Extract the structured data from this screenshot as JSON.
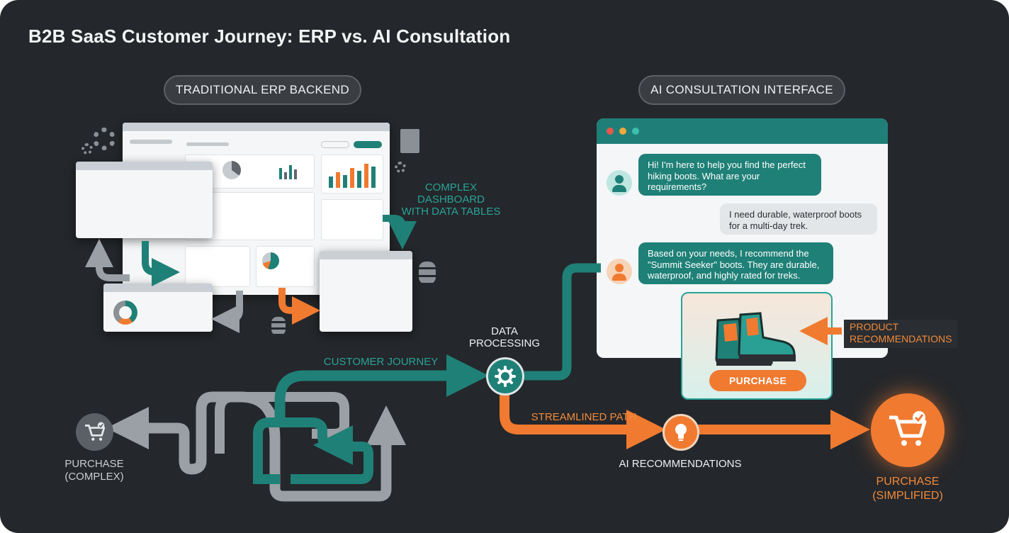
{
  "title": "B2B SaaS Customer Journey: ERP vs. AI Consultation",
  "left_panel": {
    "header": "TRADITIONAL ERP BACKEND",
    "annotation": [
      "COMPLEX",
      "DASHBOARD",
      "WITH DATA TABLES"
    ]
  },
  "right_panel": {
    "header": "AI CONSULTATION INTERFACE",
    "chat": {
      "bot_message_1": [
        "Hi! I'm here to help you find the perfect",
        "hiking boots. What are your",
        "requirements?"
      ],
      "user_message": [
        "I need durable, waterproof boots",
        "for a multi-day trek."
      ],
      "bot_message_2": [
        "Based on your needs, I recommend the",
        "\"Summit Seeker\" boots. They are durable,",
        "waterproof, and highly rated for treks."
      ],
      "purchase_button": "PURCHASE"
    },
    "product_label": [
      "PRODUCT",
      "RECOMMENDATIONS"
    ]
  },
  "flow": {
    "customer_journey": "CUSTOMER JOURNEY",
    "data_processing": [
      "DATA",
      "PROCESSING"
    ],
    "streamlined_path": "STREAMLINED PATH",
    "ai_recommendations": "AI RECOMMENDATIONS",
    "purchase_complex": [
      "PURCHASE",
      "(COMPLEX)"
    ],
    "purchase_simplified": [
      "PURCHASE",
      "(SIMPLIFIED)"
    ]
  },
  "colors": {
    "background": "#24272b",
    "teal": "#1f8077",
    "orange": "#f07a30",
    "gray_path": "#9aa0a6"
  },
  "icons": [
    "gear-icon",
    "document-icon",
    "database-icon",
    "cart-icon",
    "lightbulb-icon",
    "user-avatar-icon",
    "boot-icon",
    "checkmark-icon"
  ]
}
